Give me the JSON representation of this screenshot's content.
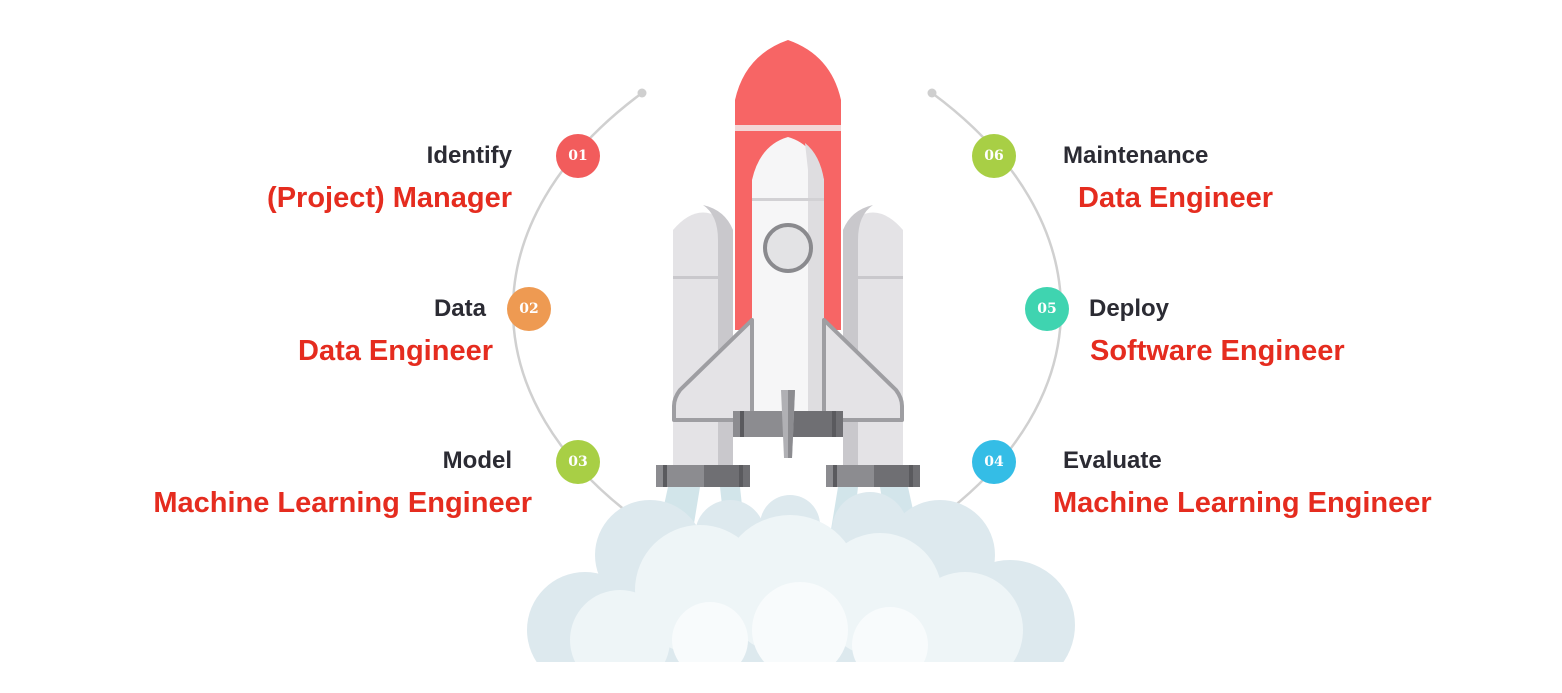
{
  "colors": {
    "role_text": "#e52c1f",
    "step_text": "#2b2b33",
    "rocket_red": "#f76565",
    "arc": "#cfcfcf"
  },
  "steps": [
    {
      "num": "01",
      "label": "Identify",
      "role": "(Project) Manager",
      "color": "#f25c5c"
    },
    {
      "num": "02",
      "label": "Data",
      "role": "Data Engineer",
      "color": "#ee9a52"
    },
    {
      "num": "03",
      "label": "Model",
      "role": "Machine Learning Engineer",
      "color": "#a8cf45"
    },
    {
      "num": "04",
      "label": "Evaluate",
      "role": "Machine Learning Engineer",
      "color": "#34bde6"
    },
    {
      "num": "05",
      "label": "Deploy",
      "role": "Software Engineer",
      "color": "#3fd4b0"
    },
    {
      "num": "06",
      "label": "Maintenance",
      "role": "Data Engineer",
      "color": "#a8cf45"
    }
  ],
  "illustration": {
    "icon": "rocket-launch-icon"
  }
}
